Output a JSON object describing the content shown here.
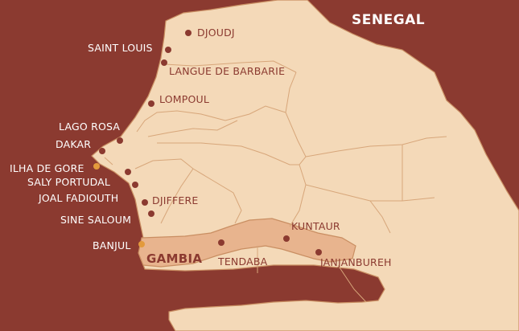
{
  "map": {
    "country_label": "SENEGAL",
    "gambia_label": "GAMBIA",
    "colors": {
      "sea": "#8b3a30",
      "land": "#f4d9b8",
      "gambia": "#e8b48e",
      "border": "#c98e62",
      "marker_red": "#8b3a30",
      "marker_orange": "#e39a3c"
    },
    "places": {
      "djoudj": "DJOUDJ",
      "saint_louis": "SAINT LOUIS",
      "langue_de_barbarie": "LANGUE DE BARBARIE",
      "lompoul": "LOMPOUL",
      "lago_rosa": "LAGO ROSA",
      "dakar": "DAKAR",
      "ilha_de_gore": "ILHA DE GORE",
      "saly_portudal": "SALY PORTUDAL",
      "joal_fadiouth": "JOAL FADIOUTH",
      "djiffere": "DJIFFERE",
      "sine_saloum": "SINE SALOUM",
      "banjul": "BANJUL",
      "tendaba": "TENDABA",
      "kuntaur": "KUNTAUR",
      "janjanbureh": "JANJANBUREH"
    }
  }
}
